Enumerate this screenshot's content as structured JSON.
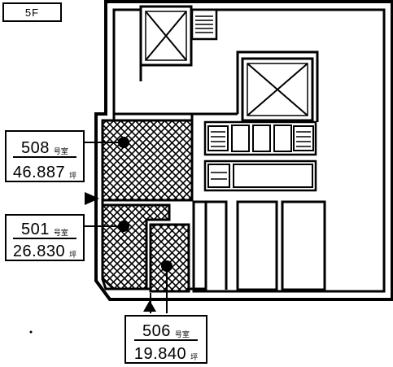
{
  "floor_label": "5F",
  "units": [
    {
      "room": "508",
      "room_suffix": "号室",
      "area": "46.887",
      "area_unit": "坪"
    },
    {
      "room": "501",
      "room_suffix": "号室",
      "area": "26.830",
      "area_unit": "坪"
    },
    {
      "room": "506",
      "room_suffix": "号室",
      "area": "19.840",
      "area_unit": "坪"
    }
  ],
  "colors": {
    "line": "#000000",
    "background": "#ffffff",
    "hatch": "#000000"
  }
}
